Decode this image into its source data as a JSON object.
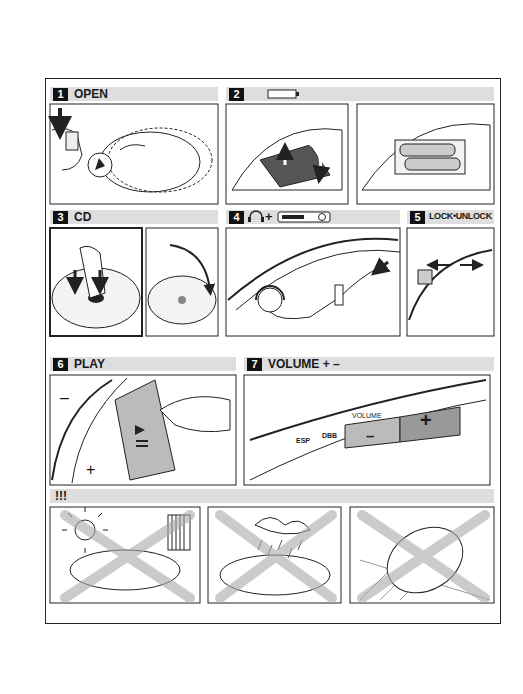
{
  "diagram": {
    "nodes": [
      {
        "text": [
          "1"
        ]
      },
      {
        "text": [
          "2"
        ]
      },
      {
        "text": [
          "3"
        ]
      },
      {
        "text": [
          "4"
        ]
      },
      {
        "text": [
          "5"
        ]
      },
      {
        "text": [
          "6"
        ]
      },
      {
        "text": [
          "7"
        ]
      }
    ],
    "labels": [
      "OPEN",
      "CD",
      "+",
      "LOCK•UNLOCK",
      "PLAY",
      "VOLUME + –",
      "!!!",
      "–",
      "+",
      "ESP",
      "DBB",
      "VOLUME",
      "–",
      "+"
    ]
  }
}
